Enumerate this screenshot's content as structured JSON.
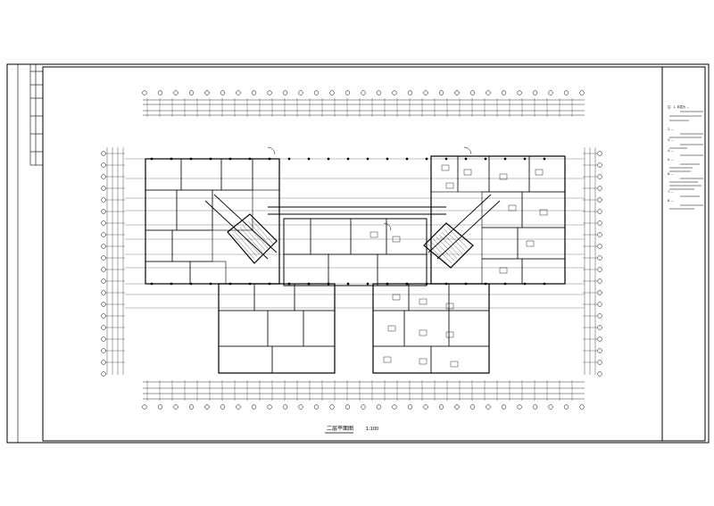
{
  "drawing": {
    "title": "二层平面图",
    "scale": "1:100",
    "notes": [
      "注：1. 本层为 …",
      "2. …",
      "3. …",
      "4. …",
      "5. …",
      "6. …",
      "7. …",
      "8. …"
    ]
  },
  "colors": {
    "line": "#000000",
    "background": "#ffffff"
  }
}
